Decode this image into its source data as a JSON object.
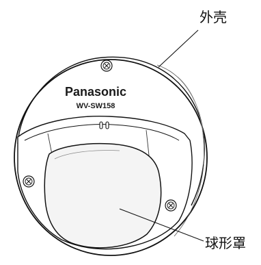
{
  "labels": {
    "housing": "外壳",
    "dome_cover": "球形罩"
  },
  "device": {
    "brand": "Panasonic",
    "model": "WV-SW158"
  },
  "colors": {
    "line": "#111111",
    "body": "#ffffff",
    "dome_fill": "#f4f4f4"
  }
}
